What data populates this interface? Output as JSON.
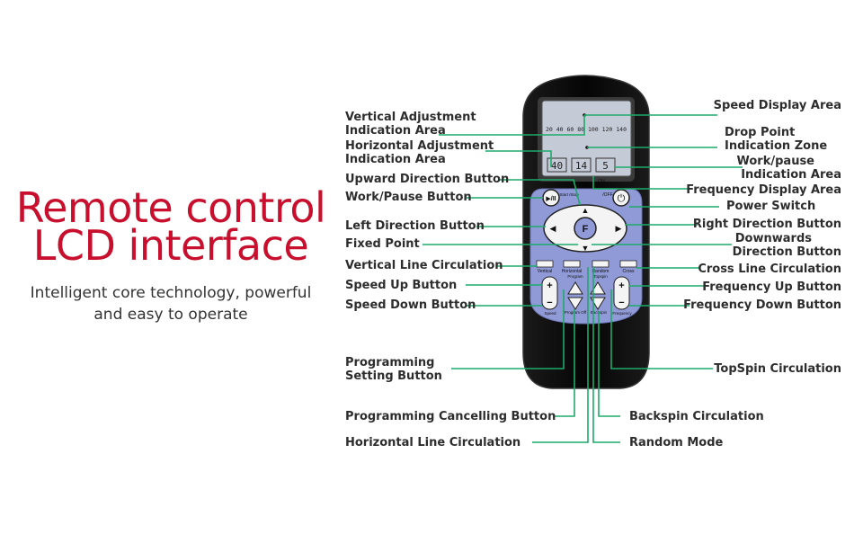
{
  "headline": {
    "line1": "Remote control",
    "line2": "LCD interface"
  },
  "subline": {
    "line1": "Intelligent core technology, powerful",
    "line2": "and easy to operate"
  },
  "lcd": {
    "scale": "20 40 60 80 100 120 140",
    "speed": "40",
    "frequency": "14",
    "mode": "5"
  },
  "remote": {
    "work_pause": "▶/II",
    "start_stop": "Start /Stop",
    "on_off_on": "ON",
    "on_off_off": "/OFF",
    "fixed_point": "F",
    "vertical": "Vertical",
    "horizontal": "Horizontal",
    "random": "Random",
    "cross": "Cross",
    "program": "Program",
    "topspin": "Topspin",
    "speed": "Speed",
    "program_off": "Program Off",
    "backspin": "Backspin",
    "frequency": "Frequency",
    "plus": "+",
    "minus": "−"
  },
  "labels_left": {
    "vertical_adjustment": [
      "Vertical Adjustment",
      "Indication Area"
    ],
    "horizontal_adjustment": [
      "Horizontal Adjustment",
      "Indication Area"
    ],
    "upward": "Upward Direction Button",
    "work_pause": "Work/Pause Button",
    "left_direction": "Left Direction Button",
    "fixed_point": "Fixed Point",
    "vertical_line": "Vertical Line Circulation",
    "speed_up": "Speed Up Button",
    "speed_down": "Speed Down Button",
    "programming_setting": [
      "Programming",
      "Setting Button"
    ],
    "programming_cancel": "Programming Cancelling Button",
    "horizontal_line": "Horizontal Line Circulation"
  },
  "labels_right": {
    "speed_display": "Speed Display Area",
    "drop_point": [
      "Drop Point",
      "Indication Zone"
    ],
    "work_pause_ind": [
      "Work/pause",
      "Indication Area"
    ],
    "frequency_display": "Frequency Display Area",
    "power_switch": "Power Switch",
    "right_direction": "Right Direction Button",
    "downwards": [
      "Downwards",
      "Direction Button"
    ],
    "cross_line": "Cross Line Circulation",
    "frequency_up": "Frequency Up Button",
    "frequency_down": "Frequency Down Button",
    "topspin": "TopSpin Circulation",
    "backspin": "Backspin Circulation",
    "random": "Random Mode"
  },
  "colors": {
    "headline": "#c8102e",
    "leader": "#1faa6b",
    "remote_body": "#0d0d0d",
    "panel": "#8f9ad6",
    "lcd": "#c4cad6"
  }
}
